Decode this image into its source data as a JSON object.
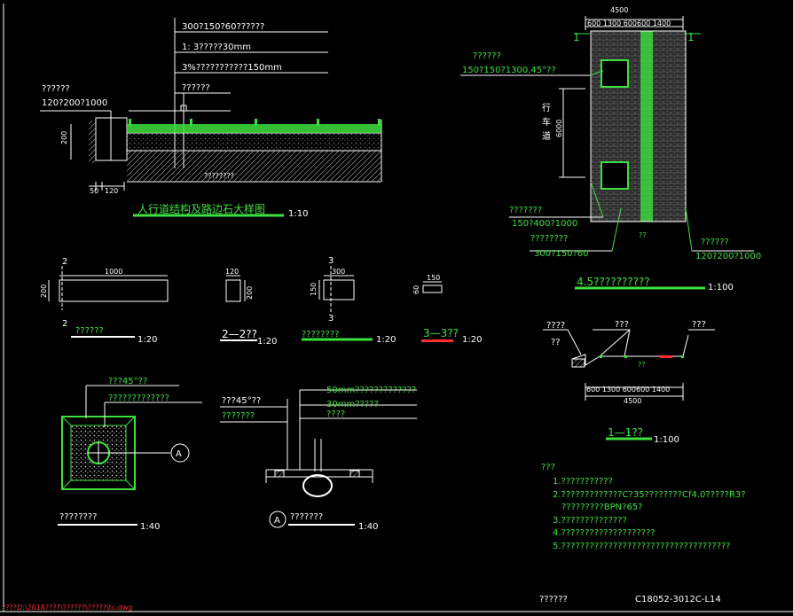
{
  "colors": {
    "bg": "#000000",
    "line": "#ffffff",
    "accent": "#3ee03e",
    "alert": "#ff3030"
  },
  "section_left": {
    "callouts": [
      "300?150?60??????",
      "1: 3?????30mm",
      "3%???????????150mm",
      "??????"
    ],
    "curb_label": [
      "??????",
      "120?200?1000"
    ],
    "dims": [
      "200",
      "50",
      "120"
    ],
    "ground_text": "????????",
    "title": "人行道结构及路边石大样图",
    "scale": "1:10"
  },
  "plan": {
    "top_total": "4500",
    "top_dims": "600 1300 600600 1400",
    "marker_left": "1",
    "marker_right": "1",
    "tree_callout": [
      "??????",
      "150?150?1300,45°??"
    ],
    "road_label": [
      "行",
      "车",
      "道"
    ],
    "dim_6000": "6000",
    "bottom_left_callouts": [
      "???????",
      "150?400?1000",
      "????????",
      "300?150?60"
    ],
    "bottom_mid": "??",
    "bottom_right": [
      "??????",
      "120?200?1000"
    ],
    "title": "4.5??????????",
    "scale": "1:100"
  },
  "curb_details": {
    "d1_top": "2",
    "d1_len": "1000",
    "d1_h": "200",
    "d1_bottom": "2",
    "d1_title": "??????",
    "d1_scale": "1:20",
    "d2_w": "120",
    "d2_h": "200",
    "d2_title": "2—2??",
    "d2_scale": "1:20",
    "d3_top": "3",
    "d3_w": "300",
    "d3_h": "150",
    "d3_bottom": "3",
    "d3_title": "????????",
    "d3_scale": "1:20",
    "d4_w": "150",
    "d4_h": "60",
    "d4_title": "3—3??",
    "d4_scale": "1:20"
  },
  "section_11": {
    "labels": [
      "????",
      "??",
      "???",
      "???"
    ],
    "mid": "??",
    "dims": "600 1300 600600 1400",
    "total": "4500",
    "title": "1—1??",
    "scale": "1:100"
  },
  "tree_pit": {
    "callouts": [
      "???45°??",
      "?????????????"
    ],
    "marker": "A",
    "title": "????????",
    "scale": "1:40"
  },
  "tree_section": {
    "callouts": [
      "???45°??",
      "???????"
    ],
    "right_callouts": [
      "50mm?????????????",
      "30mm?????",
      "????"
    ],
    "marker": "A",
    "title": "???????",
    "scale": "1:40"
  },
  "notes": {
    "heading": "???",
    "items": [
      "1.???????????",
      "2.?????????????C?35????????Cf4.0?????R3?",
      "?????????BPN?65?",
      "3.??????????????",
      "4.????????????????????",
      "5.????????????????????????????????????"
    ]
  },
  "footer": {
    "left_label": "??????",
    "drawing_no": "C18052-3012C-L14",
    "path": "????D:\\2018????\\??????\\?????\\tc.dwg"
  }
}
